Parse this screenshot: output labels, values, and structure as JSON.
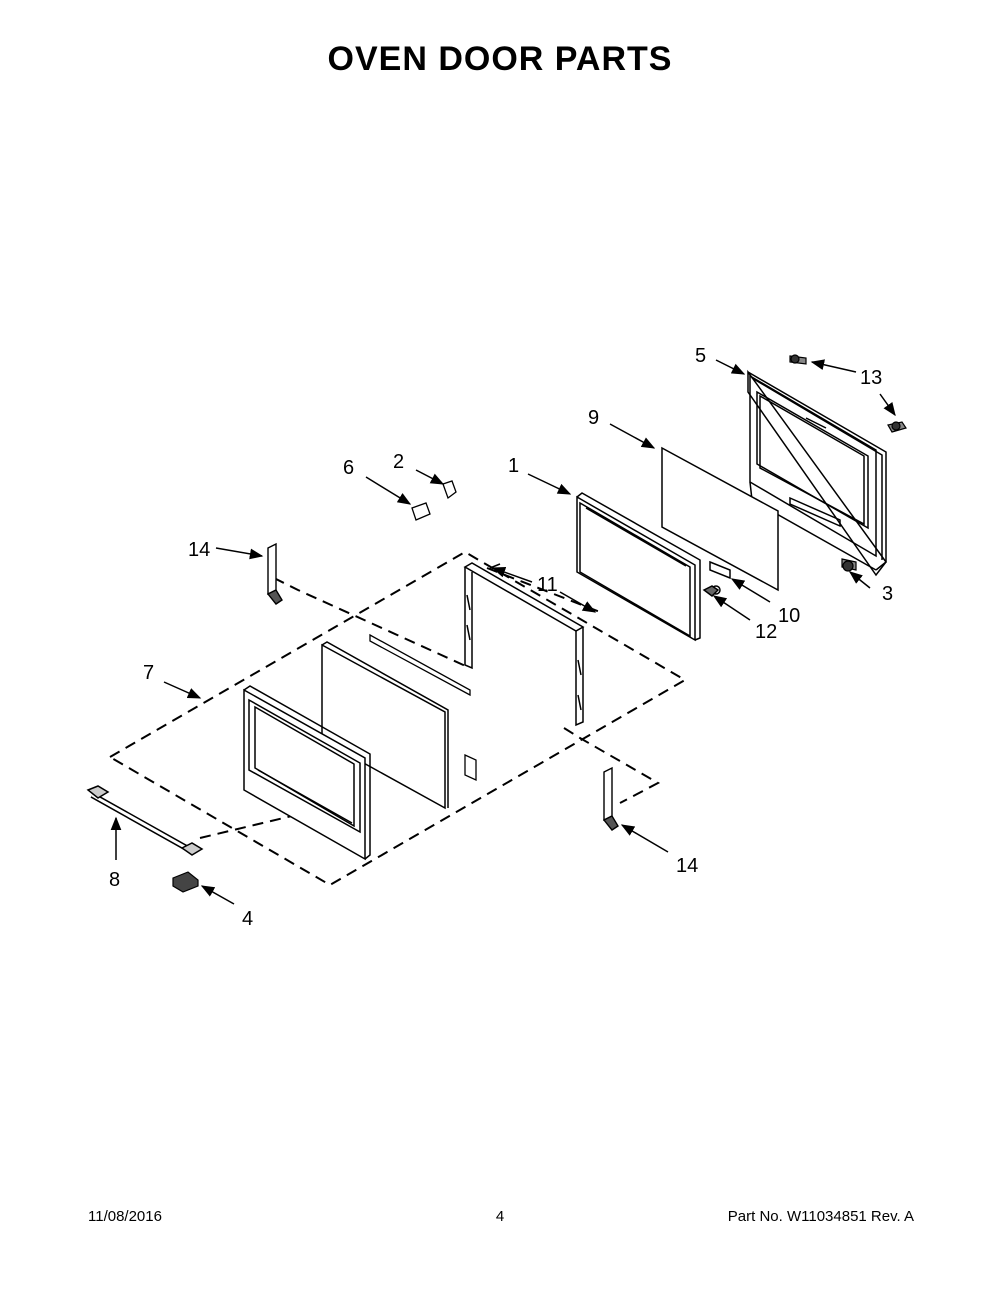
{
  "title": "OVEN DOOR PARTS",
  "callouts": {
    "c1": "1",
    "c2": "2",
    "c3": "3",
    "c4": "4",
    "c5": "5",
    "c6": "6",
    "c7": "7",
    "c8": "8",
    "c9": "9",
    "c10": "10",
    "c11": "11",
    "c12": "12",
    "c13": "13",
    "c14a": "14",
    "c14b": "14"
  },
  "footer": {
    "date": "11/08/2016",
    "page": "4",
    "part_number": "Part No.  W11034851  Rev.  A"
  }
}
